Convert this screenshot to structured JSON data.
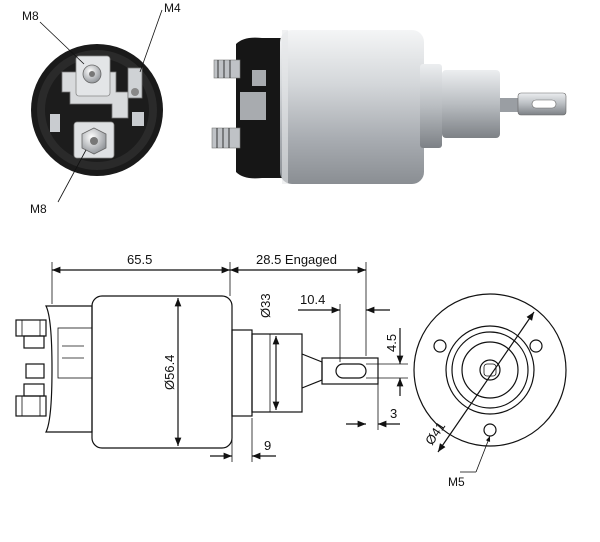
{
  "callouts": {
    "terminal_top_left": "M8",
    "terminal_top_right": "M4",
    "terminal_bottom": "M8",
    "mount_hole": "M5"
  },
  "dimensions": {
    "body_length": "65.5",
    "stroke_engaged": "28.5 Engaged",
    "body_diameter": "Ø56.4",
    "shaft_diameter": "Ø33",
    "plunger_reach": "10.4",
    "eye_height": "4.5",
    "eye_thickness": "3",
    "shoulder_width": "9",
    "bolt_circle": "Ø41"
  },
  "colors": {
    "body_silver": "#c9ccd0",
    "housing_black": "#1a1a1a",
    "line": "#111111"
  }
}
